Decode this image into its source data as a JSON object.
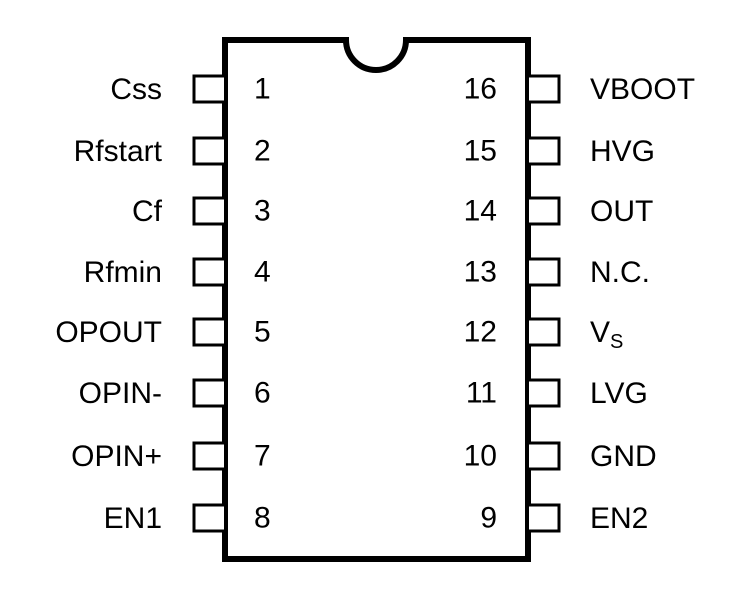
{
  "left_pins": [
    {
      "number": "1",
      "label": "Css"
    },
    {
      "number": "2",
      "label": "Rfstart"
    },
    {
      "number": "3",
      "label": "Cf"
    },
    {
      "number": "4",
      "label": "Rfmin"
    },
    {
      "number": "5",
      "label": "OPOUT"
    },
    {
      "number": "6",
      "label": "OPIN-"
    },
    {
      "number": "7",
      "label": "OPIN+"
    },
    {
      "number": "8",
      "label": "EN1"
    }
  ],
  "right_pins": [
    {
      "number": "16",
      "label": "VBOOT"
    },
    {
      "number": "15",
      "label": "HVG"
    },
    {
      "number": "14",
      "label": "OUT"
    },
    {
      "number": "13",
      "label": "N.C."
    },
    {
      "number": "12",
      "label": "V",
      "label_sub": "S"
    },
    {
      "number": "11",
      "label": "LVG"
    },
    {
      "number": "10",
      "label": "GND"
    },
    {
      "number": "9",
      "label": "EN2"
    }
  ]
}
